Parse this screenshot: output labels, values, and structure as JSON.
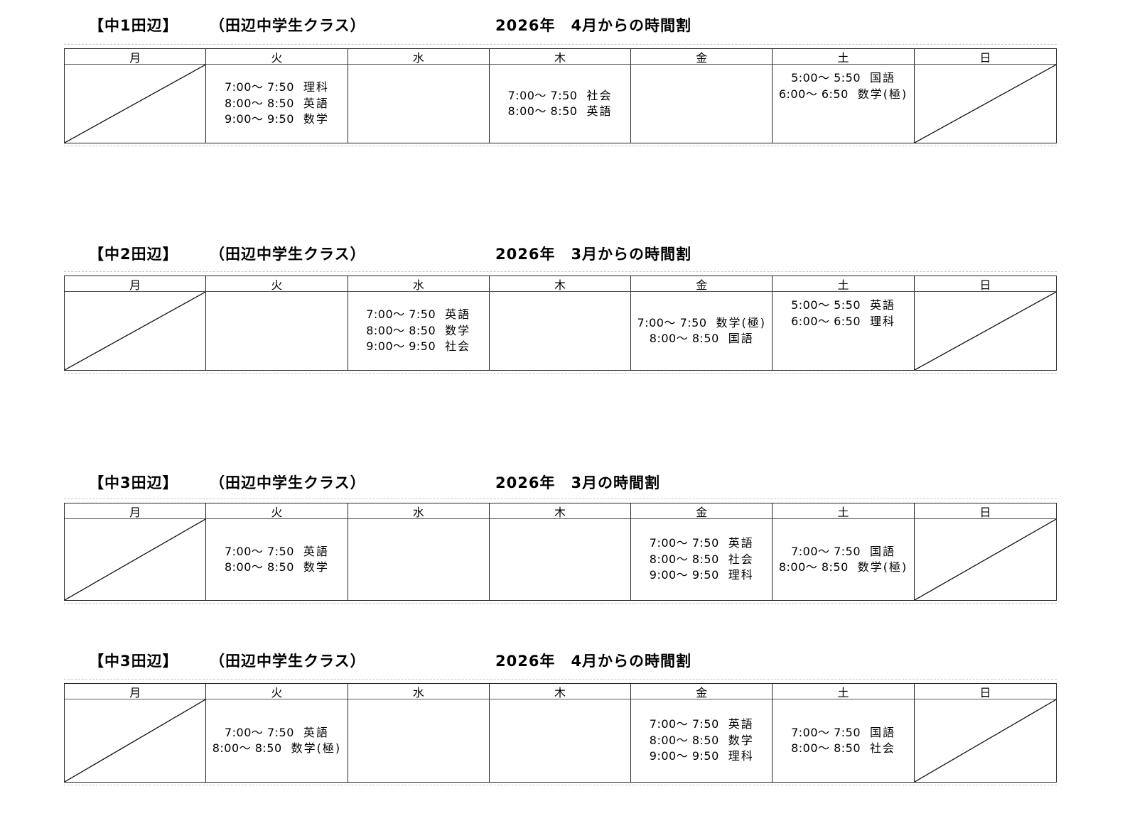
{
  "colors": {
    "page_background": "#ffffff",
    "text": "#000000",
    "table_border": "#222222",
    "header_rule": "#555555",
    "page_break_guide": "#c8c8c8"
  },
  "sections": [
    {
      "class_label": "【中1田辺】",
      "class_note": "（田辺中学生クラス）",
      "schedule_title": "2026年　4月からの時間割",
      "columns": [
        {
          "day": "月",
          "key": "mon",
          "type": "diagonal"
        },
        {
          "day": "火",
          "key": "tue",
          "type": "lessons",
          "valign": "middle",
          "lessons": [
            {
              "time": "7:00～ 7:50",
              "subject": "理科"
            },
            {
              "time": "8:00～ 8:50",
              "subject": "英語"
            },
            {
              "time": "9:00～ 9:50",
              "subject": "数学"
            }
          ]
        },
        {
          "day": "水",
          "key": "wed",
          "type": "empty"
        },
        {
          "day": "木",
          "key": "thu",
          "type": "lessons",
          "valign": "middle",
          "lessons": [
            {
              "time": "7:00～ 7:50",
              "subject": "社会"
            },
            {
              "time": "8:00～ 8:50",
              "subject": "英語"
            }
          ]
        },
        {
          "day": "金",
          "key": "fri",
          "type": "empty"
        },
        {
          "day": "土",
          "key": "sat",
          "type": "lessons",
          "valign": "top",
          "lessons": [
            {
              "time": "5:00～ 5:50",
              "subject": "国語"
            },
            {
              "time": "6:00～ 6:50",
              "subject": "数学(極)"
            }
          ]
        },
        {
          "day": "日",
          "key": "sun",
          "type": "diagonal"
        }
      ]
    },
    {
      "class_label": "【中2田辺】",
      "class_note": "（田辺中学生クラス）",
      "schedule_title": "2026年　3月からの時間割",
      "columns": [
        {
          "day": "月",
          "key": "mon",
          "type": "diagonal"
        },
        {
          "day": "火",
          "key": "tue",
          "type": "empty"
        },
        {
          "day": "水",
          "key": "wed",
          "type": "lessons",
          "valign": "middle",
          "lessons": [
            {
              "time": "7:00～ 7:50",
              "subject": "英語"
            },
            {
              "time": "8:00～ 8:50",
              "subject": "数学"
            },
            {
              "time": "9:00～ 9:50",
              "subject": "社会"
            }
          ]
        },
        {
          "day": "木",
          "key": "thu",
          "type": "empty"
        },
        {
          "day": "金",
          "key": "fri",
          "type": "lessons",
          "valign": "middle",
          "lessons": [
            {
              "time": "7:00～ 7:50",
              "subject": "数学(極)"
            },
            {
              "time": "8:00～ 8:50",
              "subject": "国語"
            }
          ]
        },
        {
          "day": "土",
          "key": "sat",
          "type": "lessons",
          "valign": "top",
          "lessons": [
            {
              "time": "5:00～ 5:50",
              "subject": "英語"
            },
            {
              "time": "6:00～ 6:50",
              "subject": "理科"
            }
          ]
        },
        {
          "day": "日",
          "key": "sun",
          "type": "diagonal"
        }
      ]
    },
    {
      "class_label": "【中3田辺】",
      "class_note": "（田辺中学生クラス）",
      "schedule_title": "2026年　3月の時間割",
      "columns": [
        {
          "day": "月",
          "key": "mon",
          "type": "diagonal"
        },
        {
          "day": "火",
          "key": "tue",
          "type": "lessons",
          "valign": "middle",
          "lessons": [
            {
              "time": "7:00～ 7:50",
              "subject": "英語"
            },
            {
              "time": "8:00～ 8:50",
              "subject": "数学"
            }
          ]
        },
        {
          "day": "水",
          "key": "wed",
          "type": "empty"
        },
        {
          "day": "木",
          "key": "thu",
          "type": "empty"
        },
        {
          "day": "金",
          "key": "fri",
          "type": "lessons",
          "valign": "middle",
          "lessons": [
            {
              "time": "7:00～ 7:50",
              "subject": "英語"
            },
            {
              "time": "8:00～ 8:50",
              "subject": "社会"
            },
            {
              "time": "9:00～ 9:50",
              "subject": "理科"
            }
          ]
        },
        {
          "day": "土",
          "key": "sat",
          "type": "lessons",
          "valign": "middle",
          "lessons": [
            {
              "time": "7:00～ 7:50",
              "subject": "国語"
            },
            {
              "time": "8:00～ 8:50",
              "subject": "数学(極)"
            }
          ]
        },
        {
          "day": "日",
          "key": "sun",
          "type": "diagonal"
        }
      ]
    },
    {
      "class_label": "【中3田辺】",
      "class_note": "（田辺中学生クラス）",
      "schedule_title": "2026年　4月からの時間割",
      "columns": [
        {
          "day": "月",
          "key": "mon",
          "type": "diagonal"
        },
        {
          "day": "火",
          "key": "tue",
          "type": "lessons",
          "valign": "middle",
          "lessons": [
            {
              "time": "7:00～ 7:50",
              "subject": "英語"
            },
            {
              "time": "8:00～ 8:50",
              "subject": "数学(極)"
            }
          ]
        },
        {
          "day": "水",
          "key": "wed",
          "type": "empty"
        },
        {
          "day": "木",
          "key": "thu",
          "type": "empty"
        },
        {
          "day": "金",
          "key": "fri",
          "type": "lessons",
          "valign": "middle",
          "lessons": [
            {
              "time": "7:00～ 7:50",
              "subject": "英語"
            },
            {
              "time": "8:00～ 8:50",
              "subject": "数学"
            },
            {
              "time": "9:00～ 9:50",
              "subject": "理科"
            }
          ]
        },
        {
          "day": "土",
          "key": "sat",
          "type": "lessons",
          "valign": "middle",
          "lessons": [
            {
              "time": "7:00～ 7:50",
              "subject": "国語"
            },
            {
              "time": "8:00～ 8:50",
              "subject": "社会"
            }
          ]
        },
        {
          "day": "日",
          "key": "sun",
          "type": "diagonal"
        }
      ]
    }
  ]
}
